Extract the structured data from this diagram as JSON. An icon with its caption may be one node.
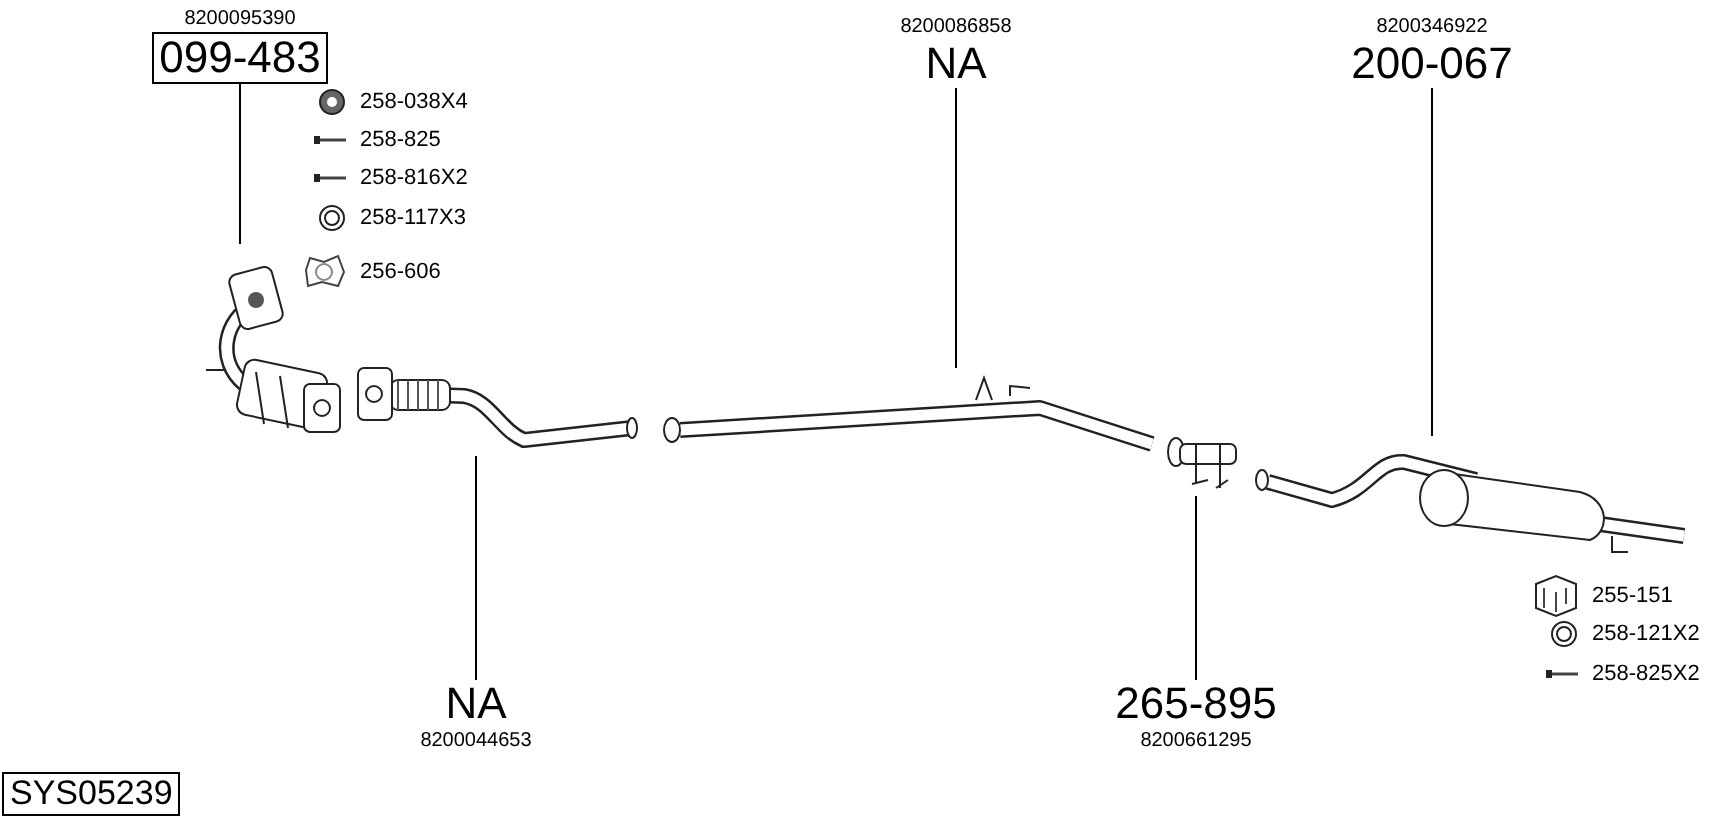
{
  "diagram": {
    "nodes": [
      {
        "text": [
          "099-483"
        ],
        "beside": [
          "8200095390"
        ]
      },
      {
        "text": [],
        "shape": "picture"
      },
      {
        "text": [
          "NA"
        ],
        "beside": [
          "8200044653"
        ]
      },
      {
        "text": [],
        "shape": "picture"
      },
      {
        "text": [
          "NA"
        ],
        "beside": [
          "8200086858"
        ]
      },
      {
        "text": [],
        "shape": "picture"
      },
      {
        "text": [
          "265-895"
        ],
        "beside": [
          "8200661295"
        ]
      },
      {
        "text": [],
        "shape": "picture"
      },
      {
        "text": [
          "200-067"
        ],
        "beside": [
          "8200346922"
        ]
      },
      {
        "text": [],
        "shape": "picture"
      }
    ],
    "edges": [
      {
        "from": 0,
        "to": 1,
        "arrow": "none"
      },
      {
        "from": 2,
        "to": 3,
        "arrow": "none"
      },
      {
        "from": 4,
        "to": 5,
        "arrow": "none"
      },
      {
        "from": 6,
        "to": 7,
        "arrow": "none"
      },
      {
        "from": 8,
        "to": 9,
        "arrow": "none"
      }
    ],
    "labels": [
      "258-038X4",
      "258-825",
      "258-816X2",
      "258-117X3",
      "256-606",
      "255-151",
      "258-121X2",
      "258-825X2",
      "SYS05239"
    ]
  }
}
